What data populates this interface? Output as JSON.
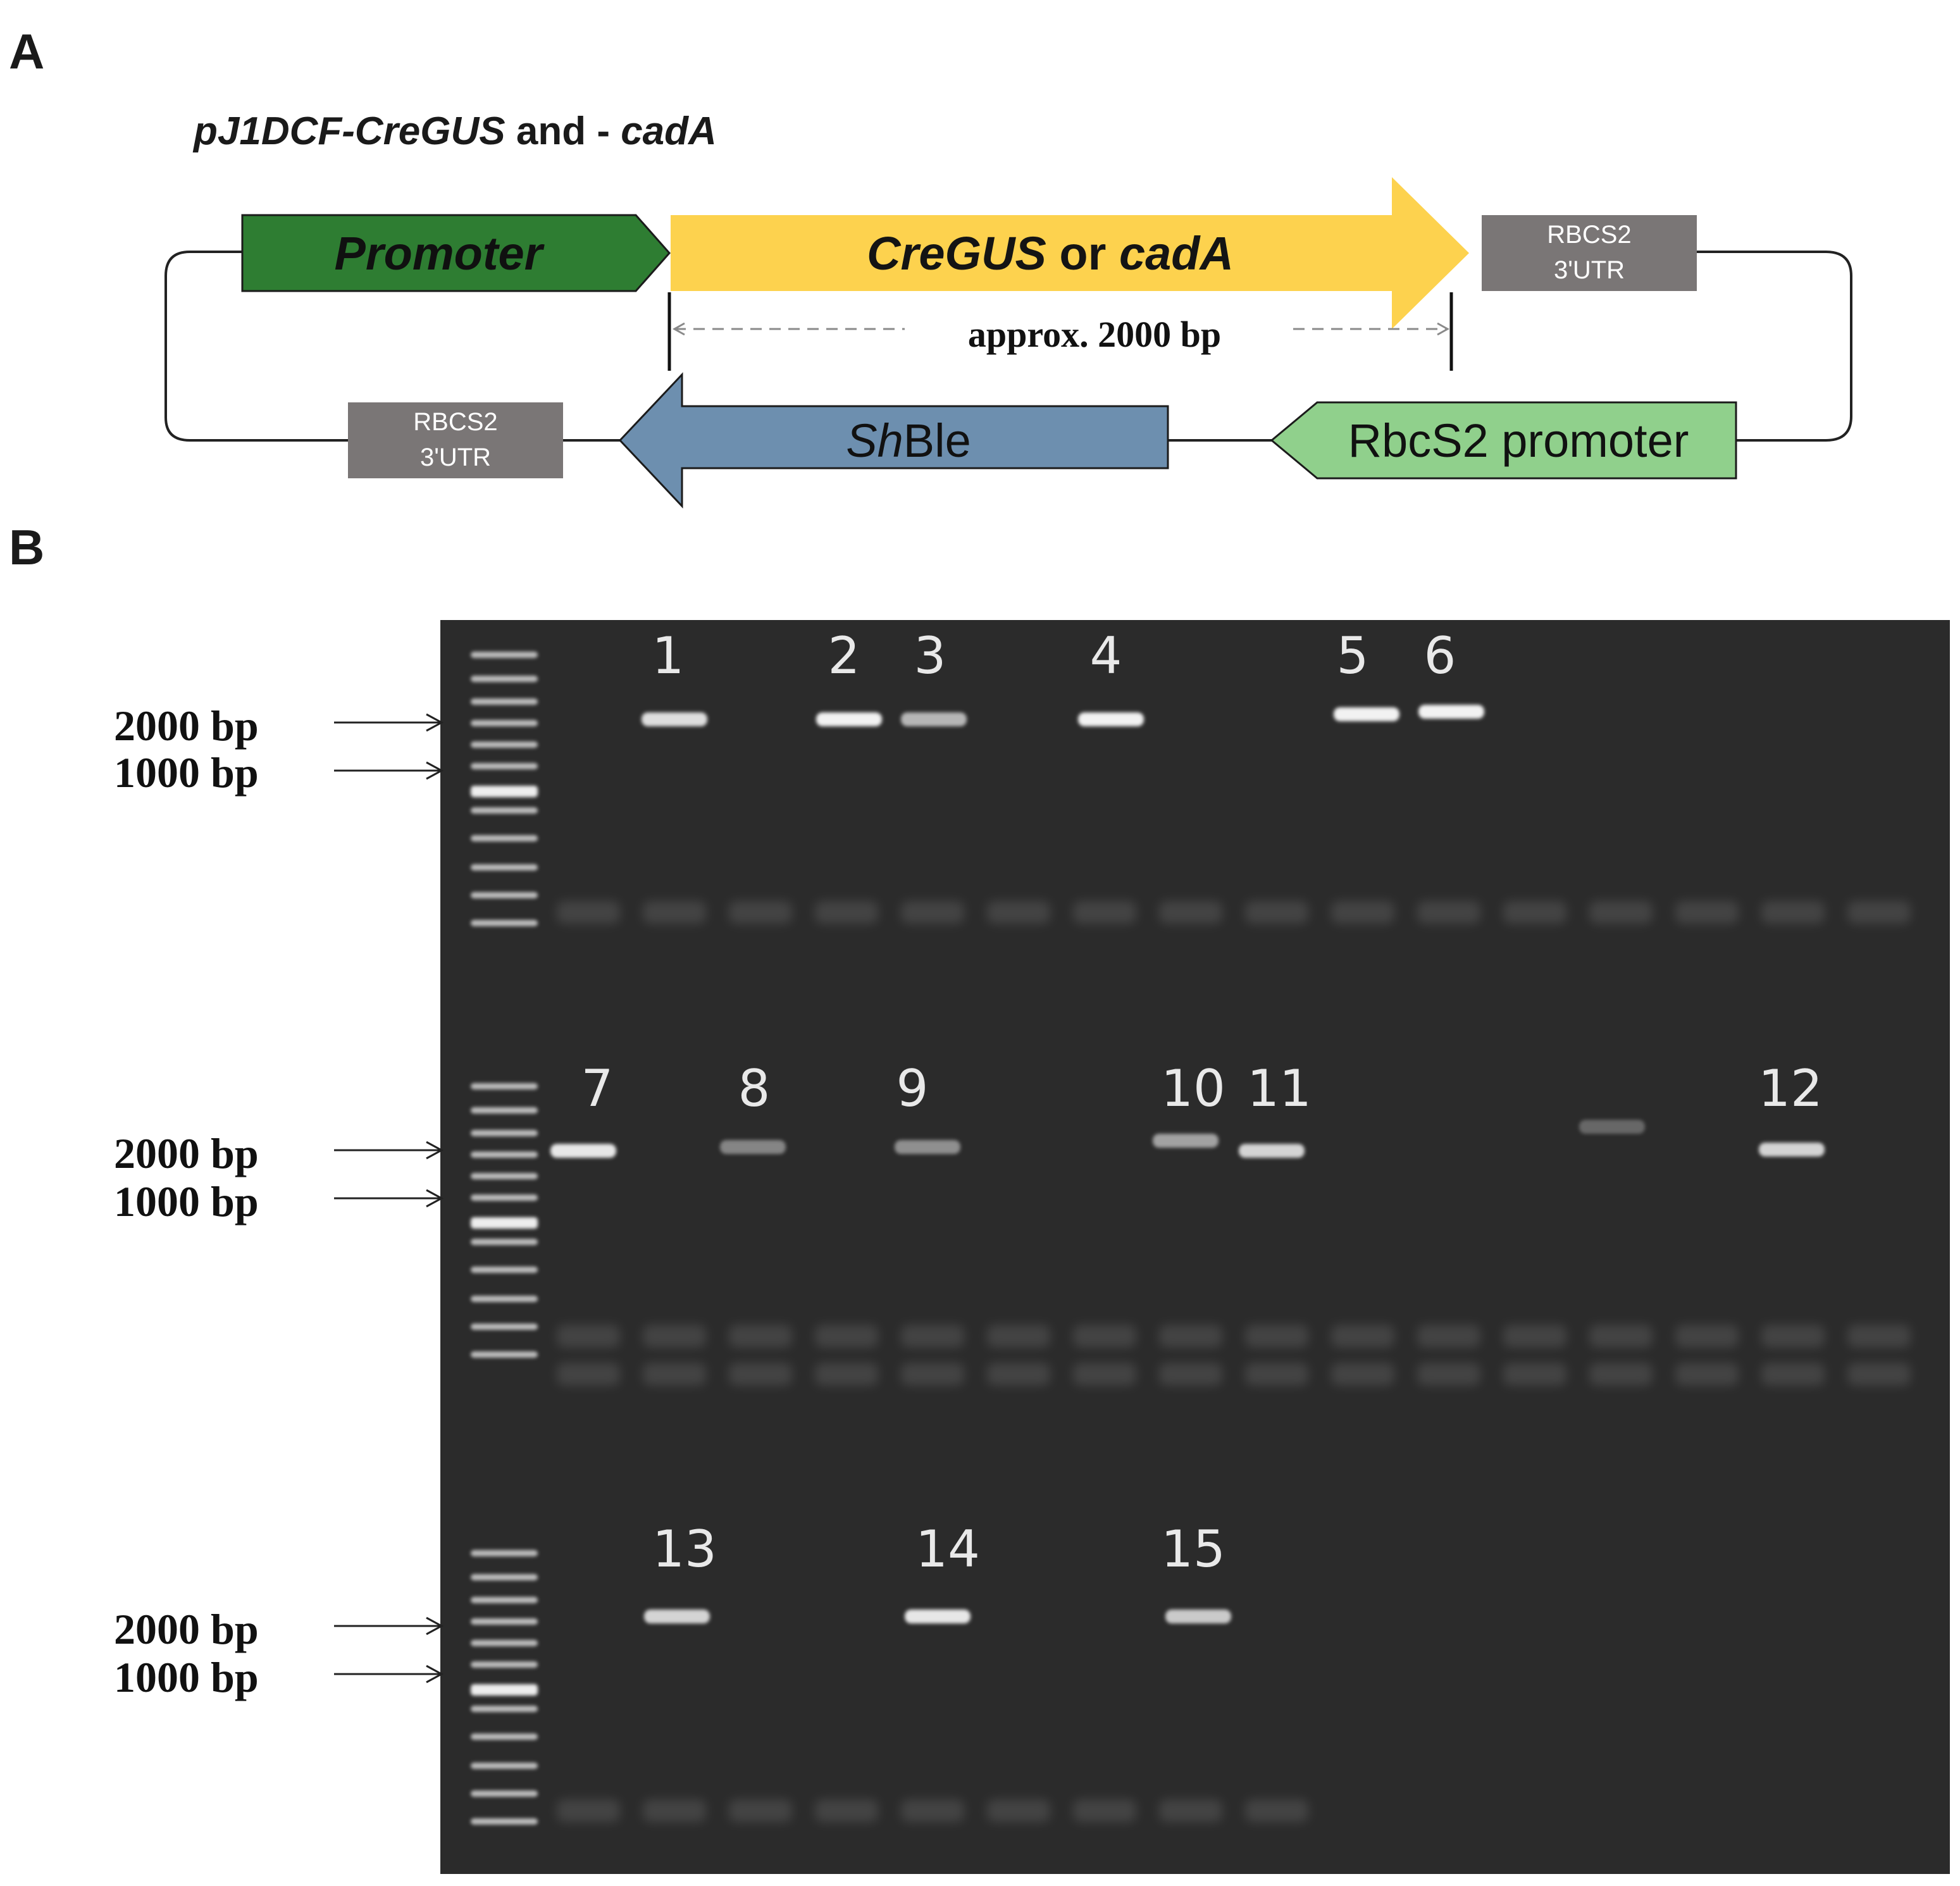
{
  "panel_a": {
    "letter": "A",
    "construct_title": {
      "part1": "pJ1DCF-CreGUS",
      "part2": " and - ",
      "part3": "cadA"
    },
    "promoter": "Promoter",
    "insert": {
      "italic1": "CreGUS",
      "mid": " or ",
      "italic2": "cadA"
    },
    "utr_top": {
      "line1": "RBCS2",
      "line2": "3'UTR"
    },
    "utr_bottom": {
      "line1": "RBCS2",
      "line2": "3'UTR"
    },
    "size_label": "approx. 2000 bp",
    "shble": {
      "italic": "Sh",
      "rest": "Ble"
    },
    "rbcs2_promoter": "RbcS2 promoter",
    "colors": {
      "promoter": "#2e7d32",
      "insert": "#fdd24e",
      "utr": "#7a7676",
      "shble": "#6d8faf",
      "rbcs2_promoter": "#90d08c"
    }
  },
  "panel_b": {
    "letter": "B",
    "ladder_label_2000": "2000 bp",
    "ladder_label_1000": "1000 bp",
    "rows": [
      {
        "lanes": [
          "1",
          "2",
          "3",
          "4",
          "5",
          "6"
        ]
      },
      {
        "lanes": [
          "7",
          "8",
          "9",
          "10",
          "11",
          "12"
        ]
      },
      {
        "lanes": [
          "13",
          "14",
          "15"
        ]
      }
    ],
    "colors": {
      "gel": "#2b2b2b",
      "band": "#f2f2f2"
    }
  }
}
